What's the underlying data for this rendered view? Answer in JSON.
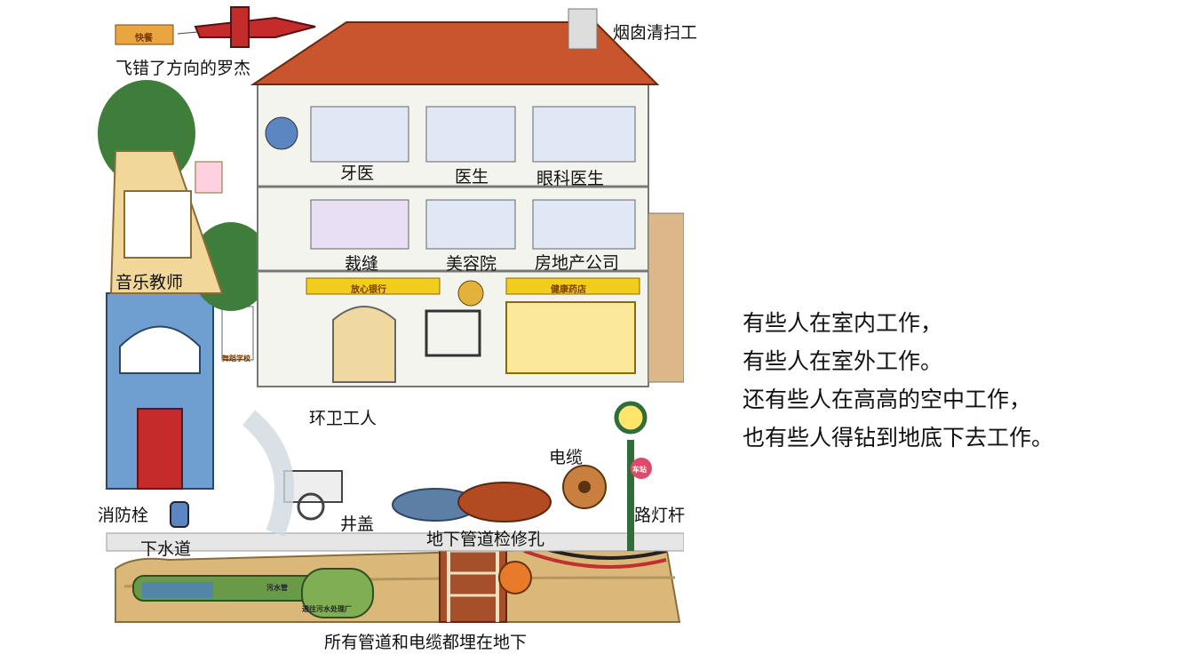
{
  "labels": {
    "pilot": "飞错了方向的罗杰",
    "chimney_sweep": "烟囱清扫工",
    "dentist": "牙医",
    "doctor": "医生",
    "eye_doctor": "眼科医生",
    "tailor": "裁缝",
    "beauty_salon": "美容院",
    "real_estate": "房地产公司",
    "music_teacher": "音乐教师",
    "sanitation_worker": "环卫工人",
    "cable": "电缆",
    "fire_hydrant": "消防栓",
    "manhole_cover": "井盖",
    "street_lamp": "路灯杆",
    "sewer": "下水道",
    "utility_manhole": "地下管道检修孔",
    "underground": "所有管道和电缆都埋在地下"
  },
  "signs": {
    "plane_banner": "快餐",
    "bank": "放心银行",
    "pharmacy": "健康药店",
    "school": "舞蹈学校",
    "bus_stop": "车站",
    "sewer_pipe": "污水管",
    "treatment": "通往污水处理厂"
  },
  "text": {
    "line1": "有些人在室内工作，",
    "line2": "有些人在室外工作。",
    "line3": "还有些人在高高的空中工作，",
    "line4": "也有些人得钻到地底下去工作。"
  },
  "colors": {
    "roof": "#c9552f",
    "wall": "#f4f4ef",
    "sign_yellow": "#f2cd1e",
    "dirt": "#d9b87a",
    "blue_house": "#6f9fd0",
    "green_tree": "#3f7d3a",
    "sewer_green": "#6a9a48"
  }
}
